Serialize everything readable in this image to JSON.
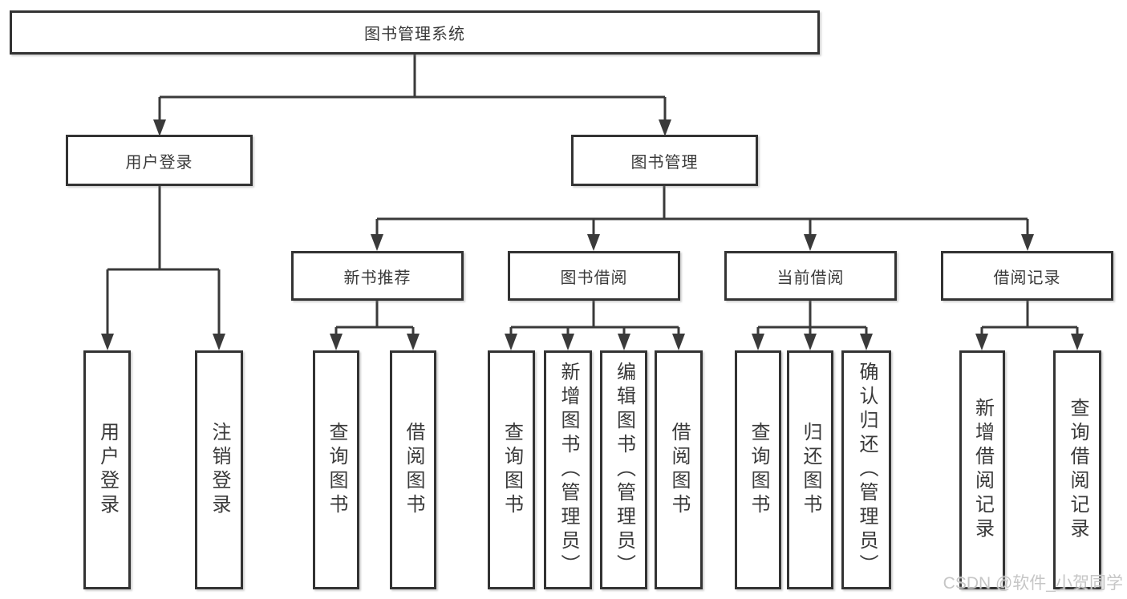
{
  "watermark": "CSDN @软件_小贺同学",
  "colors": {
    "line": "#3a3a3a",
    "box_border": "#333333",
    "text": "#3a3a3a",
    "watermark": "#c6c6c6",
    "background": "#ffffff"
  },
  "root": {
    "label": "图书管理系统"
  },
  "branches": [
    {
      "label": "用户登录",
      "children": [
        {
          "label": "用户登录"
        },
        {
          "label": "注销登录"
        }
      ]
    },
    {
      "label": "图书管理",
      "children": [
        {
          "label": "新书推荐",
          "children": [
            {
              "label": "查询图书"
            },
            {
              "label": "借阅图书"
            }
          ]
        },
        {
          "label": "图书借阅",
          "children": [
            {
              "label": "查询图书"
            },
            {
              "label": "新增图书（管理员）"
            },
            {
              "label": "编辑图书（管理员）"
            },
            {
              "label": "借阅图书"
            }
          ]
        },
        {
          "label": "当前借阅",
          "children": [
            {
              "label": "查询图书"
            },
            {
              "label": "归还图书"
            },
            {
              "label": "确认归还（管理员）"
            }
          ]
        },
        {
          "label": "借阅记录",
          "children": [
            {
              "label": "新增借阅记录"
            },
            {
              "label": "查询借阅记录"
            }
          ]
        }
      ]
    }
  ]
}
